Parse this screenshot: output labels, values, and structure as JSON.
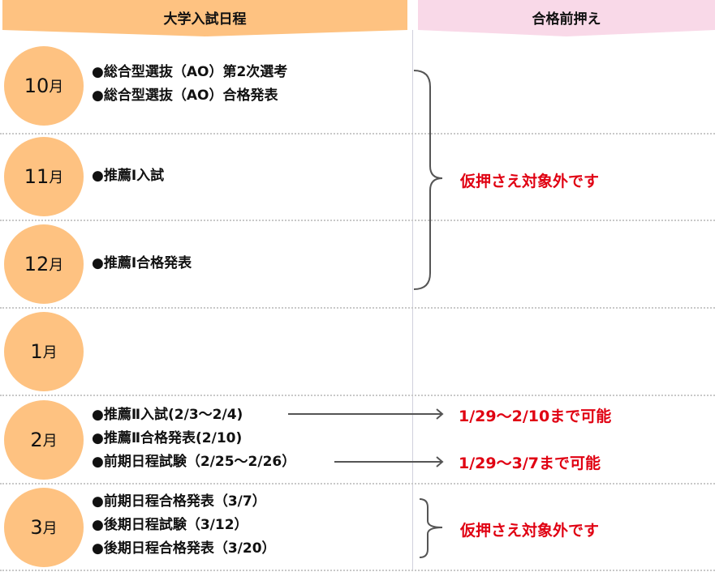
{
  "headers": {
    "schedule": "大学入試日程",
    "pre_hold": "合格前押え"
  },
  "rows": [
    {
      "month": "10",
      "unit": "月",
      "items": [
        "●総合型選抜（AO）第2次選考",
        "●総合型選抜（AO）合格発表"
      ]
    },
    {
      "month": "11",
      "unit": "月",
      "items": [
        "●推薦Ⅰ入試"
      ]
    },
    {
      "month": "12",
      "unit": "月",
      "items": [
        "●推薦Ⅰ合格発表"
      ]
    },
    {
      "month": "1",
      "unit": "月",
      "items": []
    },
    {
      "month": "2",
      "unit": "月",
      "items": [
        "●推薦Ⅱ入試(2/3～2/4)",
        "●推薦Ⅱ合格発表(2/10)",
        "●前期日程試験（2/25～2/26）"
      ]
    },
    {
      "month": "3",
      "unit": "月",
      "items": [
        "●前期日程合格発表（3/7）",
        "●後期日程試験（3/12）",
        "●後期日程合格発表（3/20）"
      ]
    }
  ],
  "notes": {
    "excluded_1": "仮押さえ対象外です",
    "possible_1": "1/29～2/10まで可能",
    "possible_2": "1/29～3/7まで可能",
    "excluded_2": "仮押さえ対象外です"
  },
  "colors": {
    "header_left": "#fec281",
    "header_right": "#f9d9e8",
    "accent_red": "#e00012"
  }
}
